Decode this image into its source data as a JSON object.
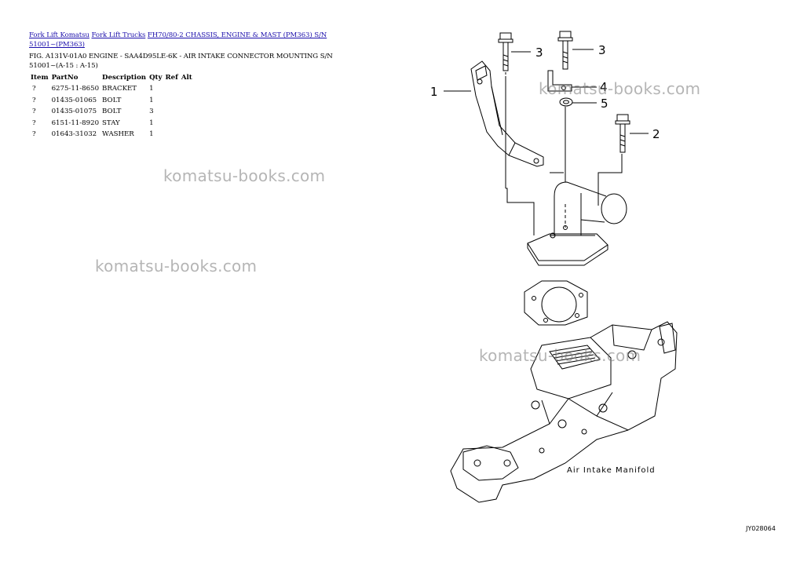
{
  "breadcrumb": {
    "links": [
      "Fork Lift Komatsu",
      "Fork Lift Trucks",
      "FH70/80-2 CHASSIS, ENGINE & MAST (PM363) S/N 51001~(PM363)"
    ]
  },
  "figure": {
    "title": "FIG. A131V-01A0 ENGINE - SAA4D95LE-6K - AIR INTAKE CONNECTOR MOUNTING S/N 51001~(A-15 : A-15)"
  },
  "table": {
    "headers": [
      "Item",
      "PartNo",
      "Description",
      "Qty",
      "Ref",
      "Alt"
    ],
    "rows": [
      {
        "item": "?",
        "partno": "6275-11-8650",
        "description": "BRACKET",
        "qty": "1"
      },
      {
        "item": "?",
        "partno": "01435-01065",
        "description": "BOLT",
        "qty": "1"
      },
      {
        "item": "?",
        "partno": "01435-01075",
        "description": "BOLT",
        "qty": "3"
      },
      {
        "item": "?",
        "partno": "6151-11-8920",
        "description": "STAY",
        "qty": "1"
      },
      {
        "item": "?",
        "partno": "01643-31032",
        "description": "WASHER",
        "qty": "1"
      }
    ]
  },
  "watermark": "komatsu-books.com",
  "diagram": {
    "callouts": [
      "1",
      "2",
      "3",
      "3",
      "4",
      "5"
    ],
    "manifold_label": "Air Intake Manifold",
    "drawing_code": "JY028064"
  }
}
